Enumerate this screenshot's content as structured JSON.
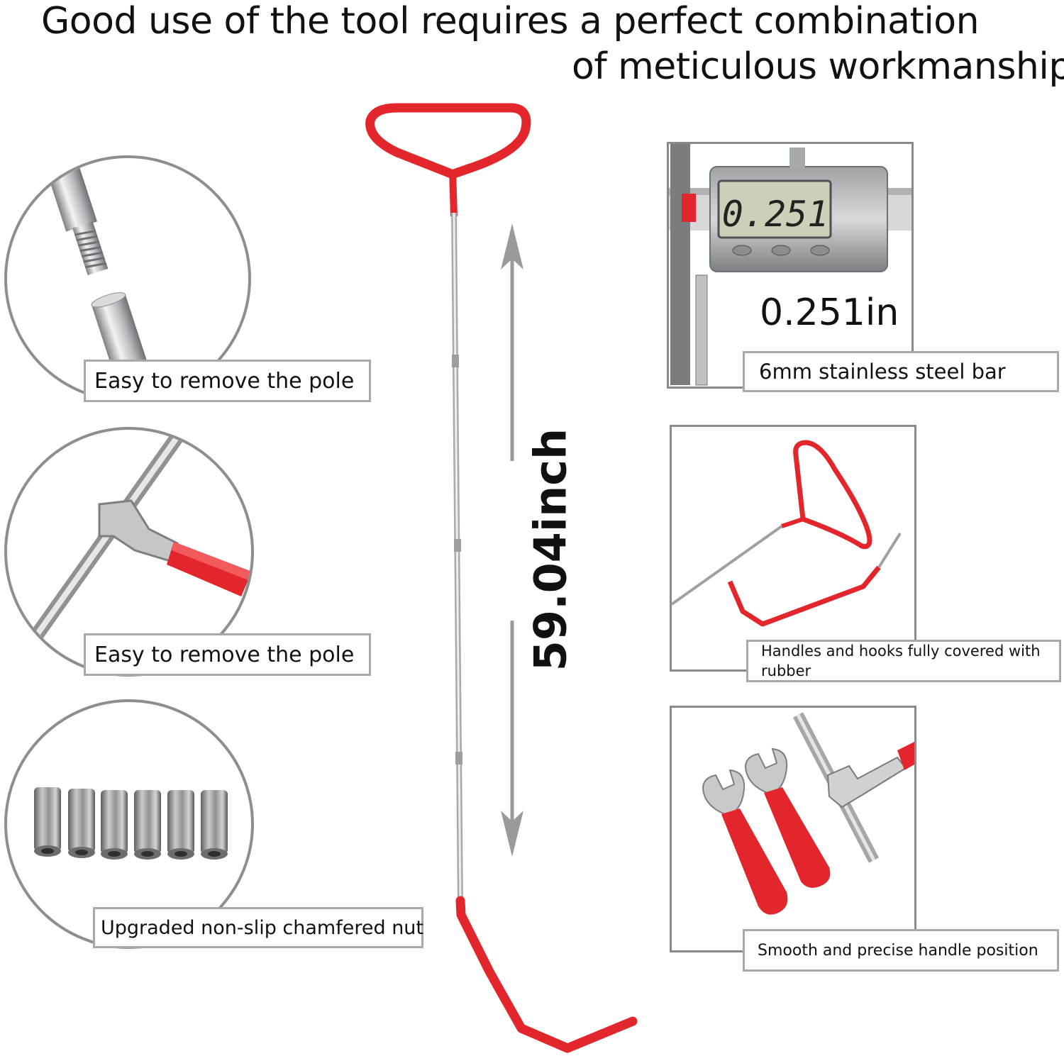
{
  "headline": {
    "line1": "Good use of the tool requires a perfect combination",
    "line2": "of meticulous workmanship"
  },
  "left_features": [
    {
      "caption": "Easy to remove the pole"
    },
    {
      "caption": "Easy to remove the pole"
    },
    {
      "caption": "Upgraded non-slip chamfered nut"
    }
  ],
  "center": {
    "length_label": "59.04inch"
  },
  "right_features": [
    {
      "caption": "6mm stainless steel bar",
      "measurement": "0.251in",
      "display_reading": "0.251"
    },
    {
      "caption": "Handles and hooks fully covered with rubber"
    },
    {
      "caption": "Smooth and precise handle position"
    }
  ],
  "colors": {
    "rubber_red": "#e3262b",
    "steel": "#b9bcbf",
    "frame_gray": "#8a8a8a",
    "arrow_gray": "#9a9a9a"
  }
}
